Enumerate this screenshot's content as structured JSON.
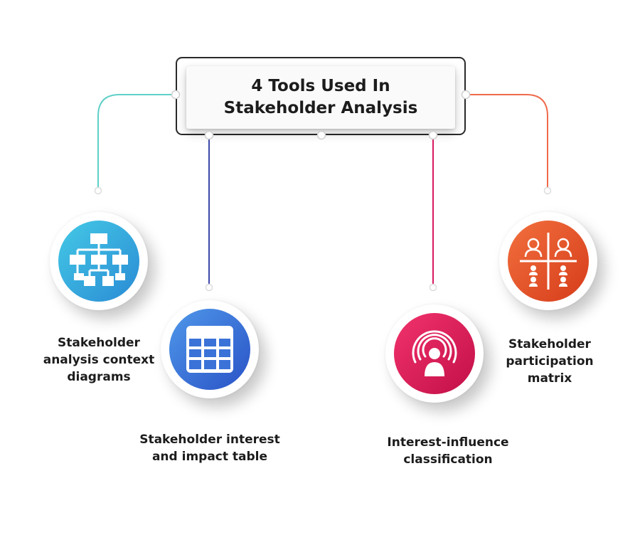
{
  "title": {
    "line1": "4 Tools Used In",
    "line2": "Stakeholder Analysis"
  },
  "tools": [
    {
      "lines": [
        "Stakeholder",
        "analysis context",
        "diagrams"
      ],
      "icon": "hierarchy-chart-icon",
      "color_from": "#3ec3e2",
      "color_to": "#2a8fd6",
      "connector_color": "#5fd0c8"
    },
    {
      "lines": [
        "Stakeholder interest",
        "and impact table"
      ],
      "icon": "table-grid-icon",
      "color_from": "#4a8fe6",
      "color_to": "#2b55c8",
      "connector_color": "#3b4aa8"
    },
    {
      "lines": [
        "Interest-influence",
        "classification"
      ],
      "icon": "broadcast-person-icon",
      "color_from": "#f0306a",
      "color_to": "#c4104a",
      "connector_color": "#d81b60"
    },
    {
      "lines": [
        "Stakeholder",
        "participation",
        "matrix"
      ],
      "icon": "people-matrix-icon",
      "color_from": "#f06a3a",
      "color_to": "#d83e1c",
      "connector_color": "#ef6a4a"
    }
  ]
}
